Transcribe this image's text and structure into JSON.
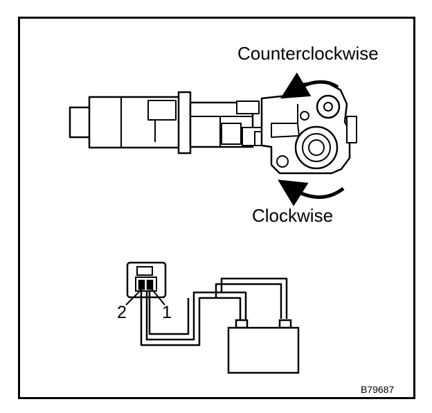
{
  "labels": {
    "counterclockwise": "Counterclockwise",
    "clockwise": "Clockwise",
    "pin_2": "2",
    "pin_1": "1",
    "figure_code": "B79687"
  },
  "colors": {
    "line": "#000000",
    "fill": "#ffffff"
  }
}
